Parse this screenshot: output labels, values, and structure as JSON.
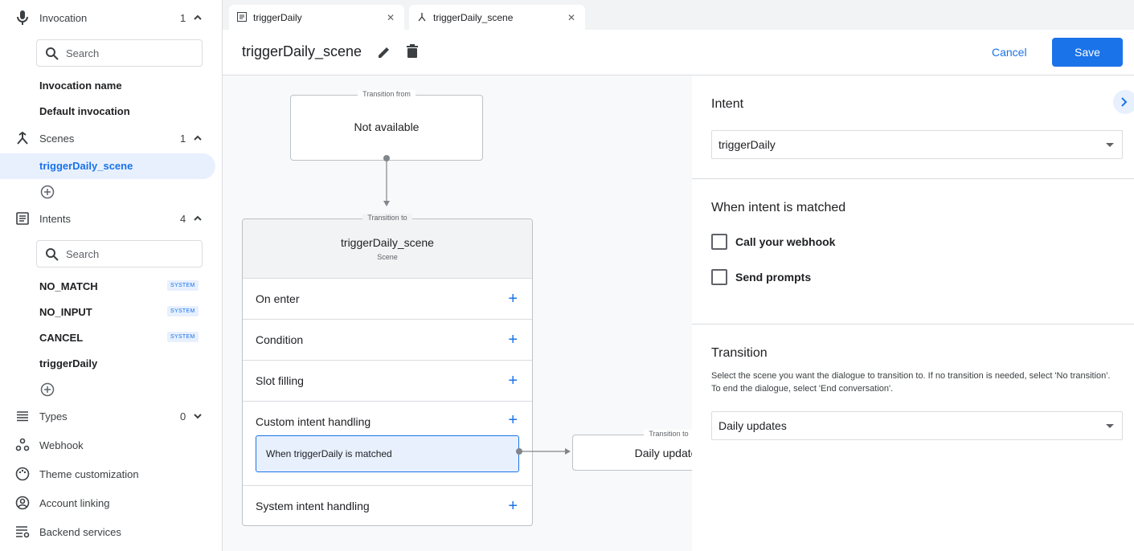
{
  "sidebar": {
    "invocation": {
      "label": "Invocation",
      "count": "1",
      "search_placeholder": "Search",
      "items": [
        "Invocation name",
        "Default invocation"
      ]
    },
    "scenes": {
      "label": "Scenes",
      "count": "1",
      "items": [
        "triggerDaily_scene"
      ]
    },
    "intents": {
      "label": "Intents",
      "count": "4",
      "search_placeholder": "Search",
      "items": [
        {
          "name": "NO_MATCH",
          "badge": "SYSTEM"
        },
        {
          "name": "NO_INPUT",
          "badge": "SYSTEM"
        },
        {
          "name": "CANCEL",
          "badge": "SYSTEM"
        },
        {
          "name": "triggerDaily",
          "badge": ""
        }
      ]
    },
    "types": {
      "label": "Types",
      "count": "0"
    },
    "webhook": "Webhook",
    "theme": "Theme customization",
    "account": "Account linking",
    "backend": "Backend services"
  },
  "tabs": [
    {
      "label": "triggerDaily",
      "icon": "list-icon"
    },
    {
      "label": "triggerDaily_scene",
      "icon": "scene-icon"
    }
  ],
  "header": {
    "title": "triggerDaily_scene",
    "cancel": "Cancel",
    "save": "Save"
  },
  "canvas": {
    "from_legend": "Transition from",
    "from_value": "Not available",
    "to_legend": "Transition to",
    "scene_name": "triggerDaily_scene",
    "scene_type": "Scene",
    "rows": [
      "On enter",
      "Condition",
      "Slot filling",
      "Custom intent handling",
      "System intent handling"
    ],
    "handler": "When triggerDaily is matched",
    "target_legend": "Transition to",
    "target_value": "Daily updates"
  },
  "panel": {
    "intent_title": "Intent",
    "intent_value": "triggerDaily",
    "matched_title": "When intent is matched",
    "webhook_label": "Call your webhook",
    "prompts_label": "Send prompts",
    "transition_title": "Transition",
    "transition_desc": "Select the scene you want the dialogue to transition to. If no transition is needed, select 'No transition'. To end the dialogue, select 'End conversation'.",
    "transition_value": "Daily updates"
  },
  "colors": {
    "accent": "#1a73e8",
    "selected_bg": "#e8f0fe"
  }
}
